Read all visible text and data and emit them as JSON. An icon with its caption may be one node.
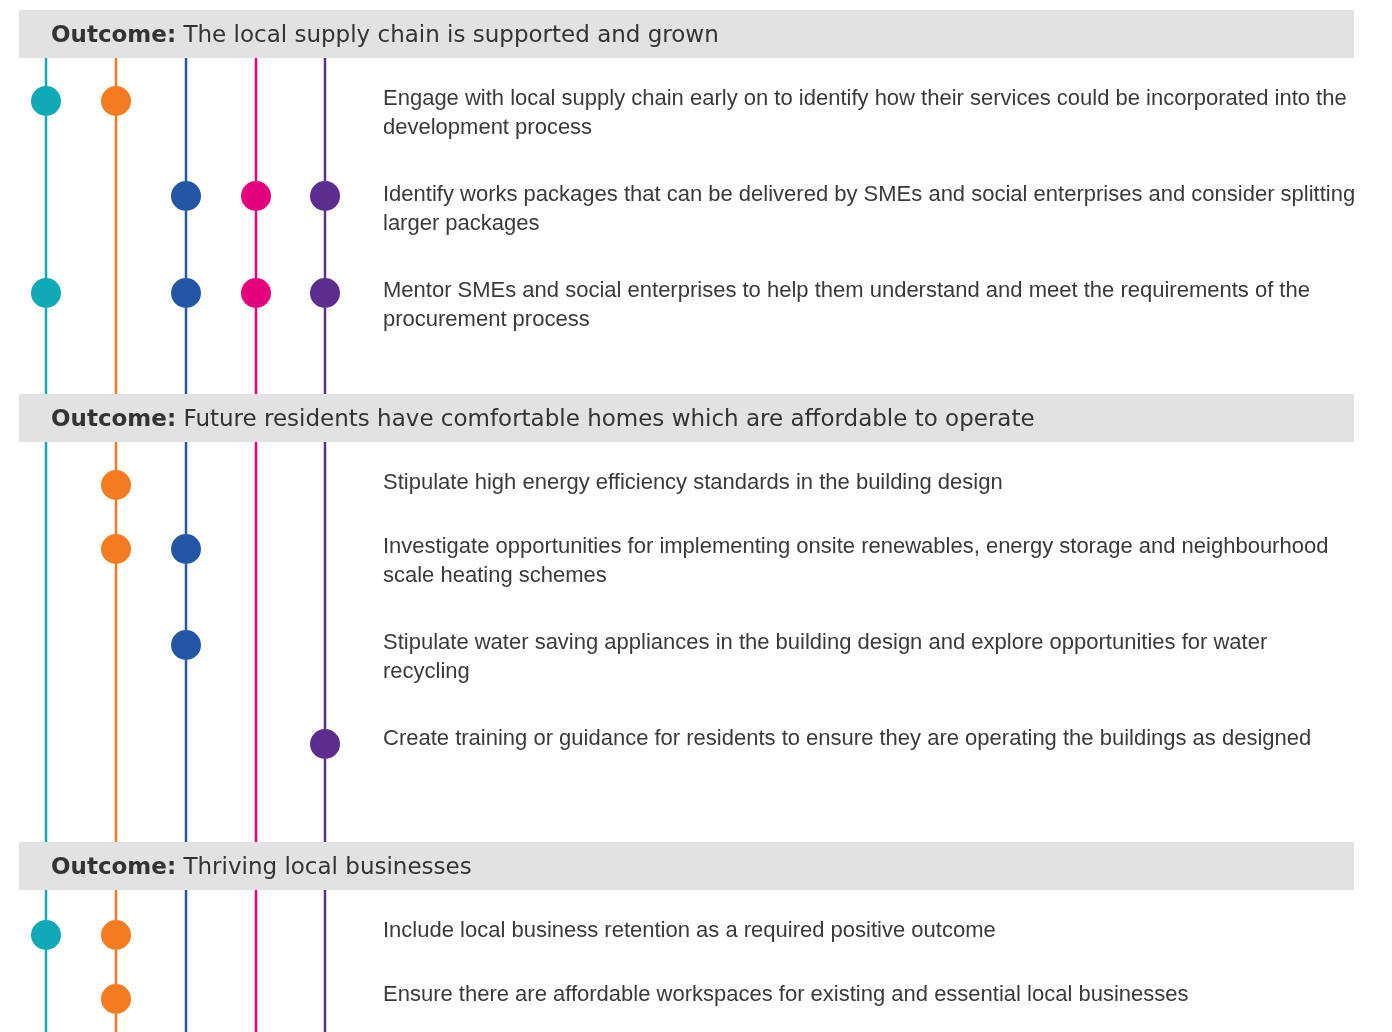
{
  "diagram": {
    "nodes": [
      {
        "text": [
          "**Outcome:** The local supply chain is supported and grown"
        ]
      },
      {
        "text": [],
        "shape": "circle"
      },
      {
        "text": [],
        "shape": "circle"
      },
      {
        "text": [],
        "shape": "circle"
      },
      {
        "text": [],
        "shape": "circle"
      },
      {
        "text": [],
        "shape": "circle"
      },
      {
        "text": [],
        "shape": "circle"
      },
      {
        "text": [],
        "shape": "circle"
      },
      {
        "text": [],
        "shape": "circle"
      },
      {
        "text": [],
        "shape": "circle"
      },
      {
        "text": [
          "**Outcome:** Future residents have comfortable homes which are affordable to operate"
        ]
      },
      {
        "text": [],
        "shape": "circle"
      },
      {
        "text": [],
        "shape": "circle"
      },
      {
        "text": [],
        "shape": "circle"
      },
      {
        "text": [],
        "shape": "circle"
      },
      {
        "text": [],
        "shape": "circle"
      },
      {
        "text": [
          "**Outcome:** Thriving local businesses"
        ]
      },
      {
        "text": [],
        "shape": "circle"
      },
      {
        "text": [],
        "shape": "circle"
      },
      {
        "text": [],
        "shape": "circle"
      }
    ],
    "edges": [
      {
        "from": 0,
        "to": 1,
        "arrow": "none",
        "color": "#0fa9b8"
      },
      {
        "from": 1,
        "to": 6,
        "arrow": "none",
        "color": "#0fa9b8"
      },
      {
        "from": 6,
        "to": 10,
        "arrow": "none",
        "color": "#0fa9b8"
      },
      {
        "from": 10,
        "to": 16,
        "arrow": "none",
        "color": "#0fa9b8"
      },
      {
        "from": 16,
        "to": 17,
        "arrow": "none",
        "color": "#0fa9b8"
      },
      {
        "from": 17,
        "to": null,
        "arrow": "none",
        "color": "#0fa9b8"
      },
      {
        "from": 0,
        "to": 2,
        "arrow": "none",
        "color": "#f37b21"
      },
      {
        "from": 2,
        "to": 10,
        "arrow": "none",
        "color": "#f37b21"
      },
      {
        "from": 10,
        "to": 11,
        "arrow": "none",
        "color": "#f37b21"
      },
      {
        "from": 11,
        "to": 12,
        "arrow": "none",
        "color": "#f37b21"
      },
      {
        "from": 12,
        "to": 16,
        "arrow": "none",
        "color": "#f37b21"
      },
      {
        "from": 16,
        "to": 18,
        "arrow": "none",
        "color": "#f37b21"
      },
      {
        "from": 18,
        "to": 19,
        "arrow": "none",
        "color": "#f37b21"
      },
      {
        "from": 19,
        "to": null,
        "arrow": "none",
        "color": "#f37b21"
      },
      {
        "from": 0,
        "to": 3,
        "arrow": "none",
        "color": "#2357a5"
      },
      {
        "from": 3,
        "to": 7,
        "arrow": "none",
        "color": "#2357a5"
      },
      {
        "from": 7,
        "to": 10,
        "arrow": "none",
        "color": "#2357a5"
      },
      {
        "from": 10,
        "to": 13,
        "arrow": "none",
        "color": "#2357a5"
      },
      {
        "from": 13,
        "to": 14,
        "arrow": "none",
        "color": "#2357a5"
      },
      {
        "from": 14,
        "to": 16,
        "arrow": "none",
        "color": "#2357a5"
      },
      {
        "from": 16,
        "to": null,
        "arrow": "none",
        "color": "#2357a5"
      },
      {
        "from": 0,
        "to": 4,
        "arrow": "none",
        "color": "#e5007d"
      },
      {
        "from": 4,
        "to": 8,
        "arrow": "none",
        "color": "#e5007d"
      },
      {
        "from": 8,
        "to": 10,
        "arrow": "none",
        "color": "#e5007d"
      },
      {
        "from": 10,
        "to": 16,
        "arrow": "none",
        "color": "#e5007d"
      },
      {
        "from": 16,
        "to": null,
        "arrow": "none",
        "color": "#e5007d"
      },
      {
        "from": 0,
        "to": 5,
        "arrow": "none",
        "color": "#5c2d8f"
      },
      {
        "from": 5,
        "to": 9,
        "arrow": "none",
        "color": "#5c2d8f"
      },
      {
        "from": 9,
        "to": 10,
        "arrow": "none",
        "color": "#5c2d8f"
      },
      {
        "from": 10,
        "to": 15,
        "arrow": "none",
        "color": "#5c2d8f"
      },
      {
        "from": 15,
        "to": 16,
        "arrow": "none",
        "color": "#5c2d8f"
      },
      {
        "from": 16,
        "to": null,
        "arrow": "none",
        "color": "#5c2d8f"
      }
    ],
    "labels": [
      "Engage with local supply chain early on to identify how their services could be incorporated into the development process",
      "Identify works packages that can be delivered by SMEs and social enterprises and consider splitting larger packages",
      "Mentor SMEs and social enterprises to help them understand and meet the requirements of the procurement process",
      "Stipulate high energy efficiency standards in the building design",
      "Investigate opportunities for implementing onsite renewables, energy storage and neighbourhood scale heating schemes",
      "Stipulate water saving appliances in the building design and explore opportunities for water recycling",
      "Create training or guidance for residents to ensure they are operating the buildings as designed",
      "Include local business retention as a required positive outcome",
      "Ensure there are affordable workspaces for existing and essential local businesses"
    ]
  }
}
